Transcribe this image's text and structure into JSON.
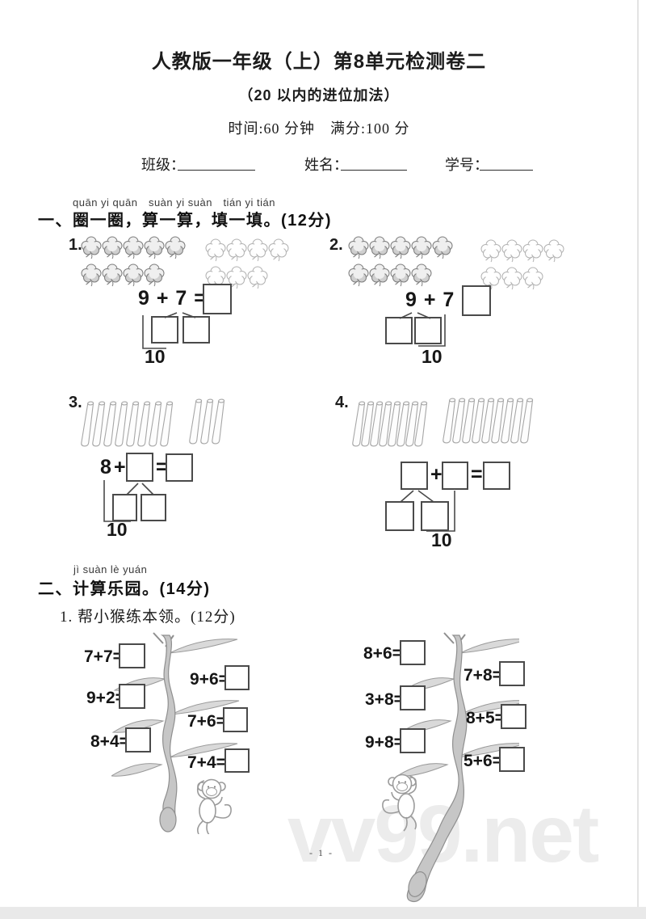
{
  "header": {
    "title": "人教版一年级（上）第8单元检测卷二",
    "subtitle": "（20 以内的进位加法）",
    "meta": "时间:60 分钟　满分:100 分",
    "class_label": "班级：",
    "name_label": "姓名：",
    "student_id_label": "学号："
  },
  "section1": {
    "pinyin": "quān yi quān　suàn yi suàn　tián yi tián",
    "heading": "一、圈一圈，算一算，填一填。(12分)",
    "p1": {
      "number": "1.",
      "equation": "9 + 7 =",
      "bond_label": "10",
      "flowers_shaded": 9,
      "flowers_outline": 7
    },
    "p2": {
      "number": "2.",
      "equation": "9 + 7 =",
      "bond_label": "10",
      "flowers_shaded": 9,
      "flowers_outline": 7
    },
    "p3": {
      "number": "3.",
      "addend1": "8",
      "plus": "+",
      "equals": "=",
      "bond_label": "10",
      "sticks_group1": 8,
      "sticks_group2": 3
    },
    "p4": {
      "number": "4.",
      "plus": "+",
      "equals": "=",
      "bond_label": "10",
      "sticks_group1": 8,
      "sticks_group2": 9
    }
  },
  "section2": {
    "pinyin": "jì  suàn  lè  yuán",
    "heading": "二、计算乐园。(14分)",
    "subtask": "1. 帮小猴练本领。(12分)",
    "tree1": {
      "left": [
        "7+7=",
        "9+2=",
        "8+4="
      ],
      "right": [
        "9+6=",
        "7+6=",
        "7+4="
      ]
    },
    "tree2": {
      "left": [
        "8+6=",
        "3+8=",
        "9+8="
      ],
      "right": [
        "7+8=",
        "8+5=",
        "5+6="
      ]
    }
  },
  "footer": {
    "watermark": "vv99.net",
    "page_number": "- 1 -"
  },
  "colors": {
    "accent_line": "#4a4a4a",
    "watermark": "#ececec",
    "bottom_strip": "#e9e9e9"
  }
}
